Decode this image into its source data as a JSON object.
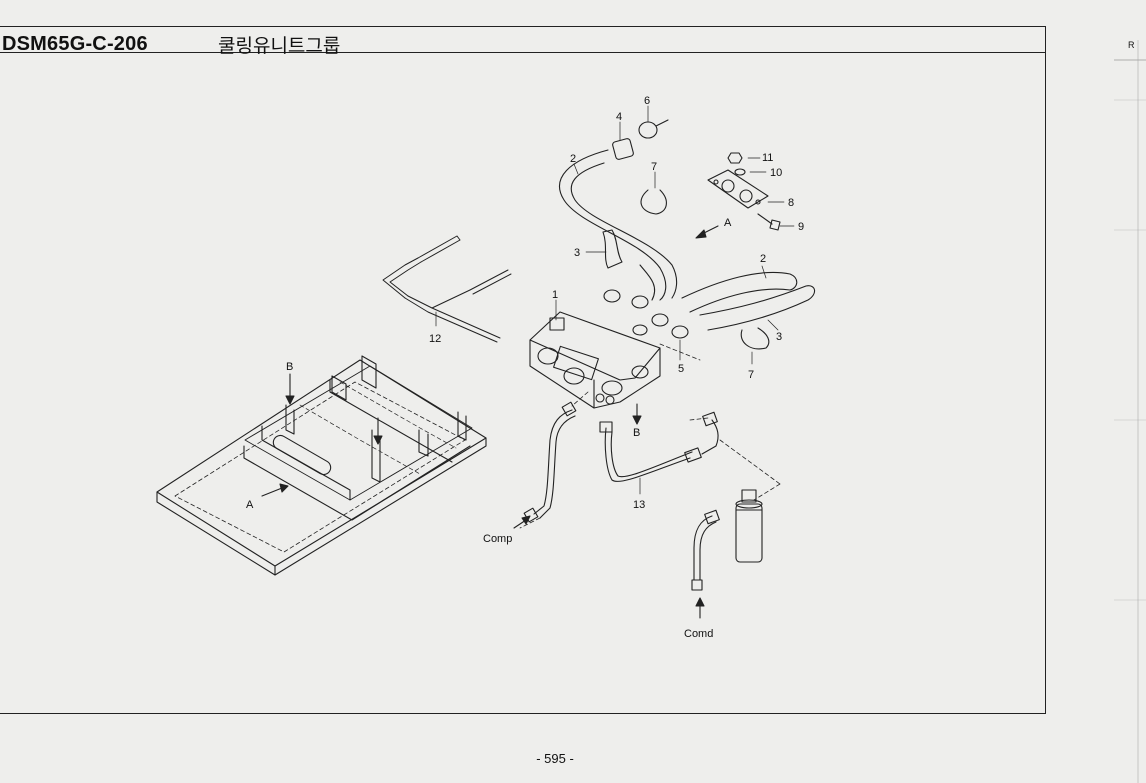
{
  "header": {
    "code": "DSM65G-C-206",
    "title": "쿨링유니트그룹"
  },
  "side_tab": "R",
  "footer": {
    "page": "- 595 -"
  },
  "callouts": {
    "c1": "1",
    "c2a": "2",
    "c2b": "2",
    "c3a": "3",
    "c3b": "3",
    "c4": "4",
    "c5": "5",
    "c6": "6",
    "c7a": "7",
    "c7b": "7",
    "c8": "8",
    "c9": "9",
    "c10": "10",
    "c11": "11",
    "c12": "12",
    "c13": "13"
  },
  "view_labels": {
    "a_top": "A",
    "a_floor": "A",
    "b_floor": "B",
    "b_unit": "B"
  },
  "connection_labels": {
    "comp": "Comp",
    "comd": "Comd"
  }
}
